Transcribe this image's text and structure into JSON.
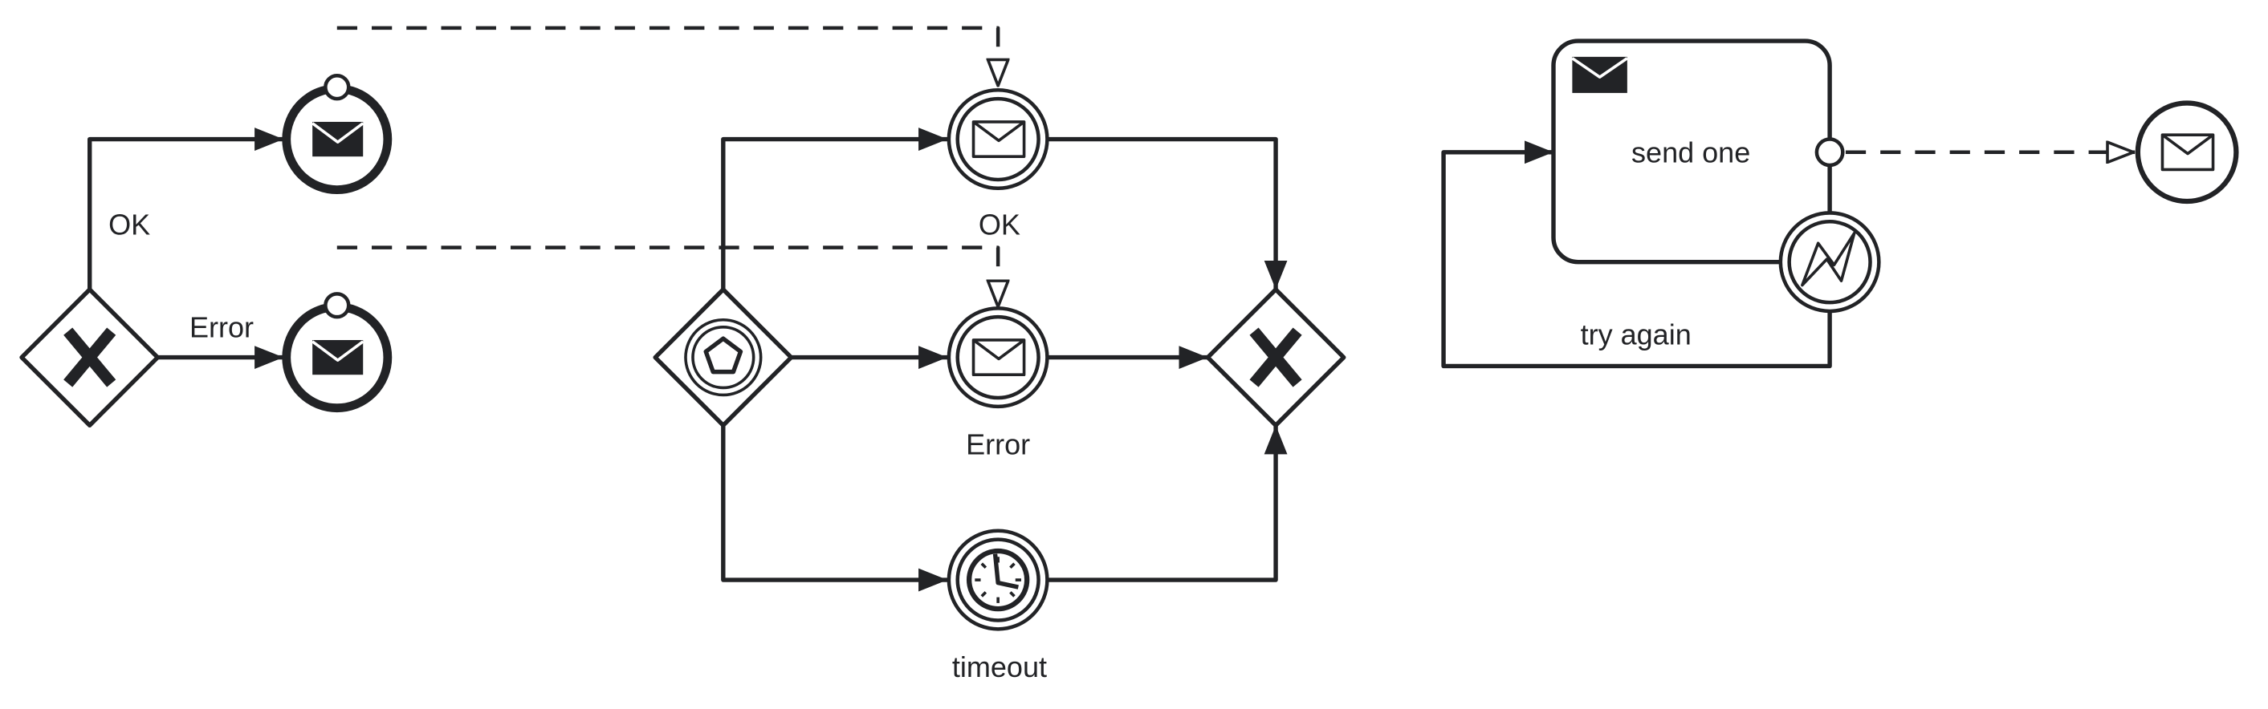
{
  "diagram": {
    "colors": {
      "stroke": "#222326",
      "background": "#ffffff"
    },
    "labels": {
      "ok_left": "OK",
      "error_left": "Error",
      "ok_catch": "OK",
      "error_catch": "Error",
      "timeout": "timeout",
      "task": "send one",
      "loop": "try again"
    },
    "elements": [
      {
        "kind": "exclusive-gateway",
        "icon": "x-marker-icon"
      },
      {
        "kind": "message-end-event",
        "count": 2,
        "icon": "envelope-filled-icon"
      },
      {
        "kind": "event-based-gateway",
        "icon": "pentagon-icon"
      },
      {
        "kind": "message-intermediate-catch-event",
        "count": 2,
        "icon": "envelope-outline-icon"
      },
      {
        "kind": "timer-intermediate-catch-event",
        "icon": "clock-icon"
      },
      {
        "kind": "exclusive-gateway",
        "icon": "x-marker-icon"
      },
      {
        "kind": "send-task",
        "icon": "envelope-filled-icon"
      },
      {
        "kind": "error-boundary-event",
        "icon": "lightning-icon"
      },
      {
        "kind": "message-start-event",
        "icon": "envelope-outline-icon"
      }
    ]
  }
}
